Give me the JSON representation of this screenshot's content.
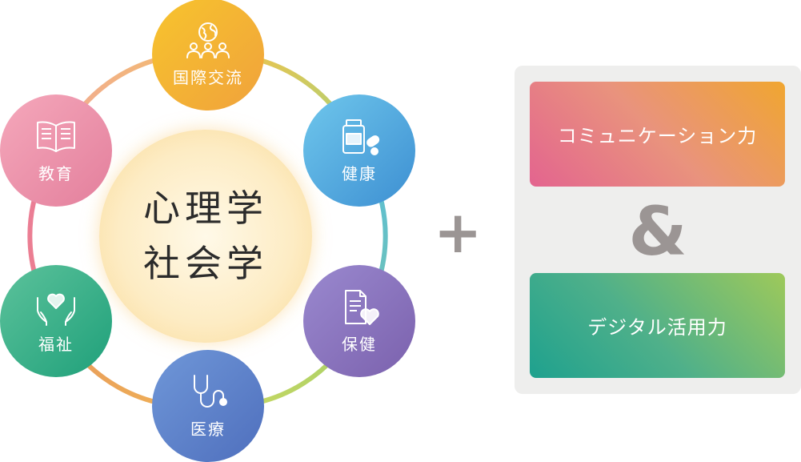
{
  "center": {
    "line1": "心理学",
    "line2": "社会学"
  },
  "nodes": {
    "intl": {
      "label": "国際交流",
      "icon": "globe-people-icon"
    },
    "health": {
      "label": "健康",
      "icon": "medicine-bottle-icon"
    },
    "hoken": {
      "label": "保健",
      "icon": "document-heart-icon"
    },
    "iryo": {
      "label": "医療",
      "icon": "stethoscope-icon"
    },
    "fukushi": {
      "label": "福祉",
      "icon": "hands-heart-icon"
    },
    "edu": {
      "label": "教育",
      "icon": "open-book-icon"
    }
  },
  "connector": {
    "plus": "+",
    "and": "&"
  },
  "skills": {
    "communication": "コミュニケーション力",
    "digital": "デジタル活用力"
  },
  "colors": {
    "intl": "#f2ae36",
    "health": "#4ea6dc",
    "hoken": "#8a74bd",
    "iryo": "#5f82c8",
    "fukushi": "#3db28a",
    "edu": "#ec93ab",
    "symbol_gray": "#9b9594",
    "panel": "#eeeeed"
  }
}
